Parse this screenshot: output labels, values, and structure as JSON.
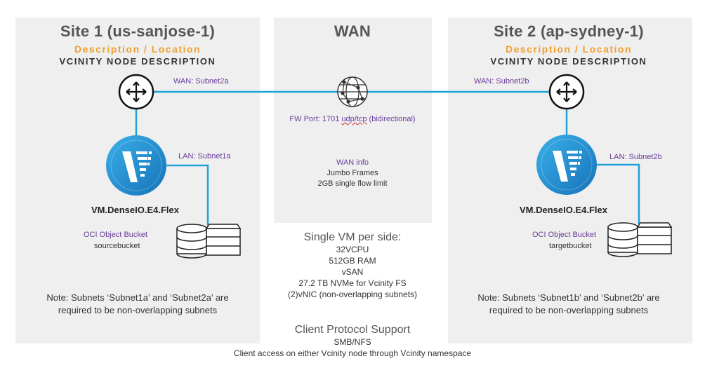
{
  "site1": {
    "title": "Site 1 (us-sanjose-1)",
    "description_location": "Description / Location",
    "node_description": "VCINITY NODE DESCRIPTION",
    "wan_subnet": "WAN: Subnet2a",
    "lan_subnet": "LAN: Subnet1a",
    "vm_shape": "VM.DenseIO.E4.Flex",
    "bucket_label": "OCI Object Bucket",
    "bucket_name": "sourcebucket",
    "note_line1": "Note:  Subnets ‘Subnet1a’ and ‘Subnet2a’ are",
    "note_line2": "required to be non-overlapping subnets"
  },
  "wan": {
    "title": "WAN",
    "fw_port_prefix": "FW Port:  1701 ",
    "fw_port_proto": "udp/tcp",
    "fw_port_suffix": " (bidirectional)",
    "info_title": "WAN info",
    "info_line1": "Jumbo Frames",
    "info_line2": "2GB single flow limit"
  },
  "site2": {
    "title": "Site 2 (ap-sydney-1)",
    "description_location": "Description / Location",
    "node_description": "VCINITY NODE DESCRIPTION",
    "wan_subnet": "WAN: Subnet2b",
    "lan_subnet": "LAN: Subnet2b",
    "vm_shape": "VM.DenseIO.E4.Flex",
    "bucket_label": "OCI Object Bucket",
    "bucket_name": "targetbucket",
    "note_line1": "Note:  Subnets ‘Subnet1b’ and ‘Subnet2b’ are",
    "note_line2": "required to be non-overlapping subnets"
  },
  "vm_spec": {
    "title": "Single VM per side:",
    "lines": [
      "32VCPU",
      "512GB RAM",
      "vSAN",
      "27.2 TB NVMe for Vcinity FS",
      "(2)vNIC (non-overlapping subnets)"
    ]
  },
  "client": {
    "title": "Client Protocol Support",
    "protocols": "SMB/NFS",
    "access": "Client access on either Vcinity node through Vcinity namespace"
  },
  "colors": {
    "link": "#1fa3d8",
    "panel": "#efefef",
    "accent_orange": "#f0a030",
    "label_purple": "#6a3d9a",
    "vcinity_blue": "#1e8bd0"
  },
  "icons": {
    "router": "router-icon",
    "wan_cloud": "globe-network-icon",
    "vcinity_node": "vcinity-logo-icon",
    "storage": "disk-stack-icon"
  }
}
